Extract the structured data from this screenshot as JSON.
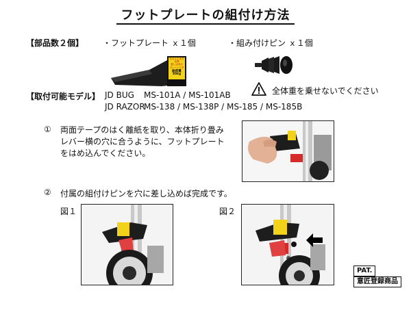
{
  "title": "フットプレートの組付け方法",
  "parts": {
    "label": "【部品数２個】",
    "item1": "・フットプレート ｘ１個",
    "item2": "・組み付けピン ｘ１個",
    "plate_sticker": {
      "line1": "ちゃんと大きな物",
      "line2": "差し込みの",
      "line3": "プレートです",
      "weight": "耐荷重 30kg"
    }
  },
  "warning": {
    "icon": "warning-triangle-icon",
    "text": "全体重を乗せないでください"
  },
  "models": {
    "label": "【取付可能モデル】",
    "row1_brand": "JD BUG",
    "row1_models": "MS-101A / MS-101AB",
    "row2_brand": "JD RAZOR",
    "row2_models": "MS-138 / MS-138P / MS-185 / MS-185B"
  },
  "steps": [
    {
      "num": "①",
      "lines": [
        "両面テープのはく離紙を取り、本体折り畳み",
        "レバー横の穴に合うように、フットプレート",
        "をはめ込んでください。"
      ]
    },
    {
      "num": "②",
      "lines": [
        "付属の組付けピンを穴に差し込めば完成です。"
      ]
    }
  ],
  "figures": {
    "fig1": "図１",
    "fig2": "図２"
  },
  "pat": {
    "label": "PAT.",
    "design": "意匠登録商品"
  },
  "colors": {
    "plate": "#1d1d1d",
    "sticker": "#f3d21a",
    "accent_red": "#d42a2a",
    "metal": "#c8c8c8"
  }
}
